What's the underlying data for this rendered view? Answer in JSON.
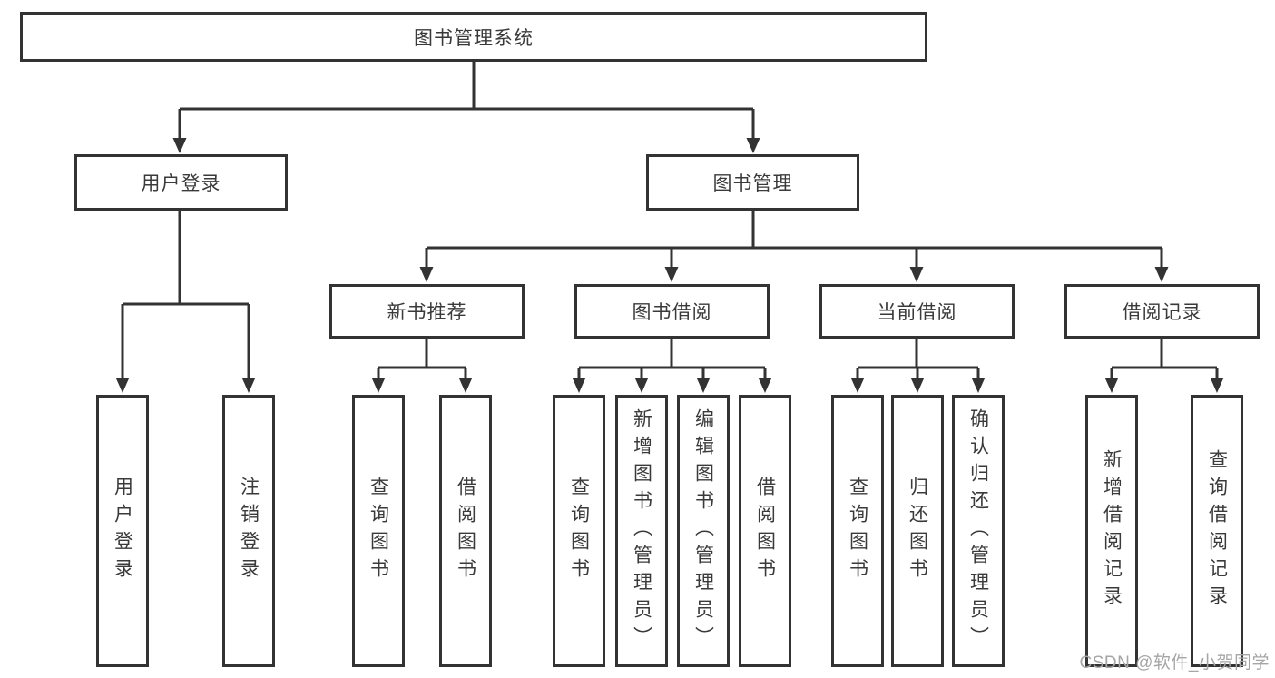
{
  "diagram": {
    "root": {
      "label": "图书管理系统"
    },
    "level2": [
      {
        "label": "用户登录",
        "children": [
          {
            "label": "用户登录"
          },
          {
            "label": "注销登录"
          }
        ]
      },
      {
        "label": "图书管理",
        "children": [
          {
            "label": "新书推荐",
            "children": [
              {
                "label": "查询图书"
              },
              {
                "label": "借阅图书"
              }
            ]
          },
          {
            "label": "图书借阅",
            "children": [
              {
                "label": "查询图书"
              },
              {
                "label": "新增图书（管理员）"
              },
              {
                "label": "编辑图书（管理员）"
              },
              {
                "label": "借阅图书"
              }
            ]
          },
          {
            "label": "当前借阅",
            "children": [
              {
                "label": "查询图书"
              },
              {
                "label": "归还图书"
              },
              {
                "label": "确认归还（管理员）"
              }
            ]
          },
          {
            "label": "借阅记录",
            "children": [
              {
                "label": "新增借阅记录"
              },
              {
                "label": "查询借阅记录"
              }
            ]
          }
        ]
      }
    ],
    "line_color": "#333333"
  },
  "watermark": {
    "text": "CSDN @软件_小贺同学",
    "color": "#a6a6a6"
  }
}
